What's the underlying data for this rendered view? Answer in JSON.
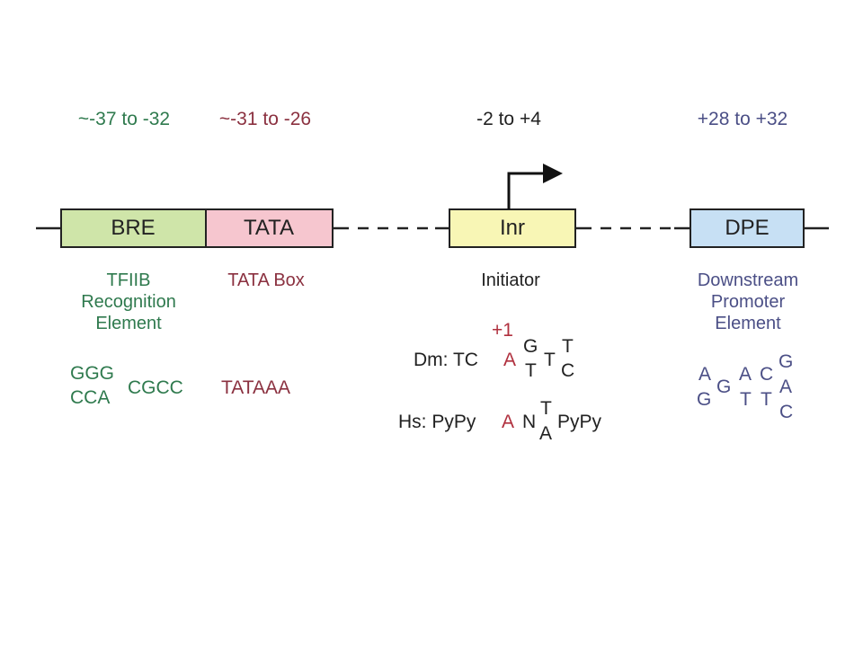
{
  "colors": {
    "bre_fill": "#cfe5a9",
    "tata_fill": "#f6c6cf",
    "inr_fill": "#f8f6b5",
    "dpe_fill": "#c7e0f4",
    "green_text": "#2f7a4e",
    "maroon_text": "#8b3140",
    "navy_text": "#4b4f86",
    "red_highlight": "#b0303e"
  },
  "elements": {
    "bre": {
      "position": "~-37 to -32",
      "label": "BRE",
      "name_lines": [
        "TFIIB",
        "Recognition",
        "Element"
      ],
      "seq_top": "GGG",
      "seq_bottom": "CCA",
      "seq_tail": "CGCC"
    },
    "tata": {
      "position": "~-31 to -26",
      "label": "TATA",
      "name": "TATA Box",
      "seq": "TATAAA"
    },
    "inr": {
      "position": "-2 to +4",
      "label": "Inr",
      "name": "Initiator",
      "plus_one": "+1",
      "dm": {
        "prefix": "Dm: TC",
        "a": "A",
        "g": "G",
        "t_below": "T",
        "t_mid": "T",
        "t_top": "T",
        "c_below": "C"
      },
      "hs": {
        "prefix": "Hs: PyPy",
        "a": "A",
        "n": "N",
        "t_top": "T",
        "a_below": "A",
        "suffix": "PyPy"
      }
    },
    "dpe": {
      "position": "+28 to +32",
      "label": "DPE",
      "name_lines": [
        "Downstream",
        "Promoter",
        "Element"
      ],
      "seq": {
        "a1": "A",
        "g1": "G",
        "g2": "G",
        "a2": "A",
        "t1": "T",
        "c1": "C",
        "t2": "T",
        "g3": "G",
        "a3": "A",
        "c2": "C"
      }
    }
  }
}
